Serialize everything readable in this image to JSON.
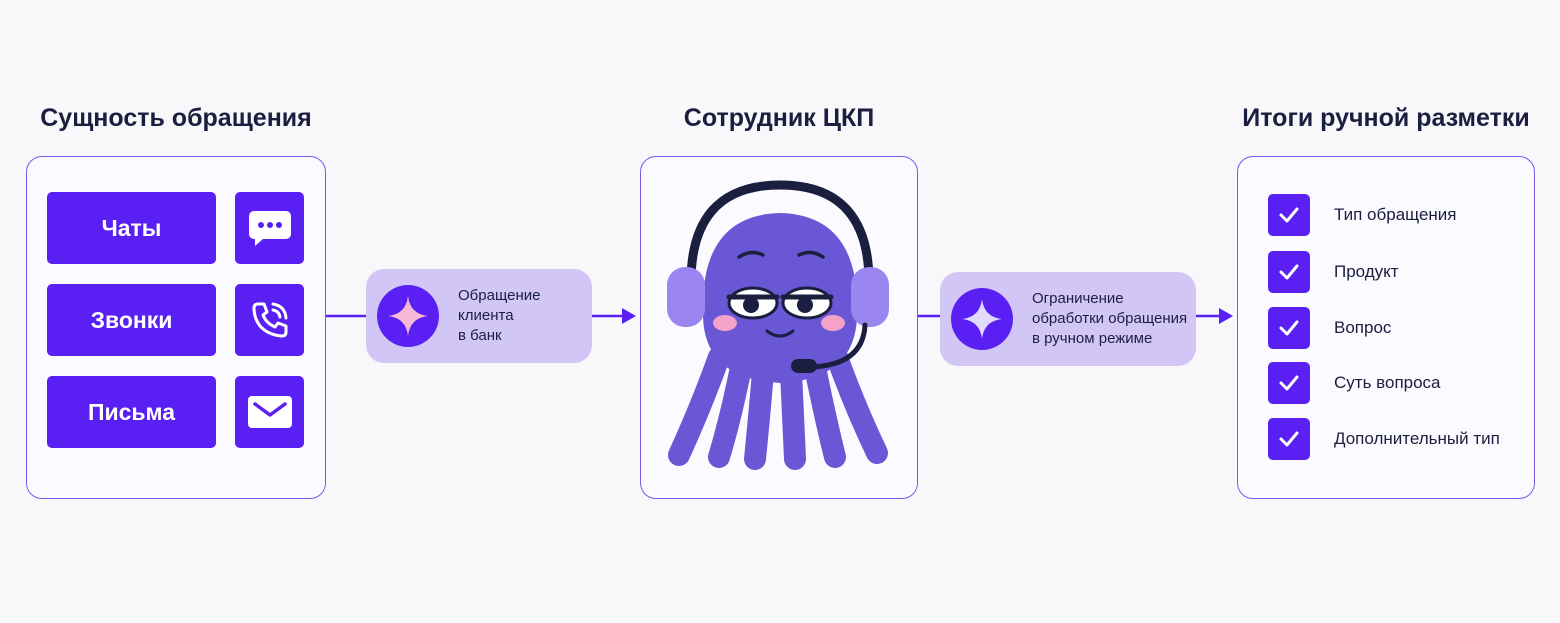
{
  "titles": {
    "source": "Сущность обращения",
    "agent": "Сотрудник ЦКП",
    "result": "Итоги ручной разметки"
  },
  "channels": [
    {
      "label": "Чаты",
      "icon": "chat-bubble-icon"
    },
    {
      "label": "Звонки",
      "icon": "phone-icon"
    },
    {
      "label": "Письма",
      "icon": "envelope-icon"
    }
  ],
  "flow": {
    "request": "Обращение\nклиента\nв банк",
    "limitation": "Ограничение\nобработки обращения\nв ручном режиме"
  },
  "results": [
    "Тип обращения",
    "Продукт",
    "Вопрос",
    "Суть вопроса",
    "Дополнительный тип"
  ],
  "colors": {
    "primary": "#5a1ff2",
    "border": "#7e56ec",
    "pill_bg": "#d2c6f7",
    "octopus": "#6a57d6",
    "text_dark": "#1b1f3f"
  }
}
